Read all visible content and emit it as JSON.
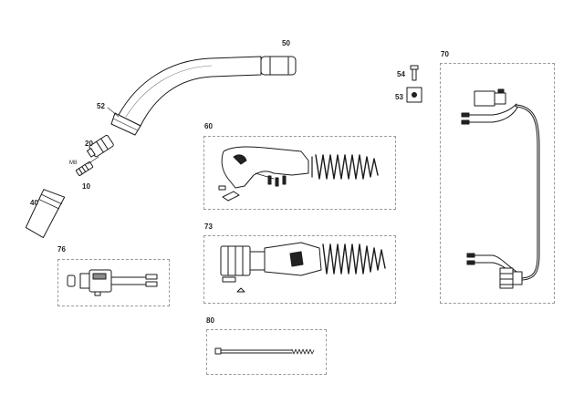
{
  "diagram": {
    "callouts": {
      "c50": "50",
      "c52": "52",
      "c20": "20",
      "cm8": "M8",
      "c10": "10",
      "c40": "40",
      "c60": "60",
      "c73": "73",
      "c76": "76",
      "c80": "80",
      "c54": "54",
      "c53": "53",
      "c70": "70"
    }
  },
  "colors": {
    "line": "#1a1a1a",
    "box_border": "#9a9a9a",
    "label": "#222222",
    "fill_light": "#ffffff",
    "fill_dark": "#222222",
    "fill_mid": "#8a8a8a"
  }
}
